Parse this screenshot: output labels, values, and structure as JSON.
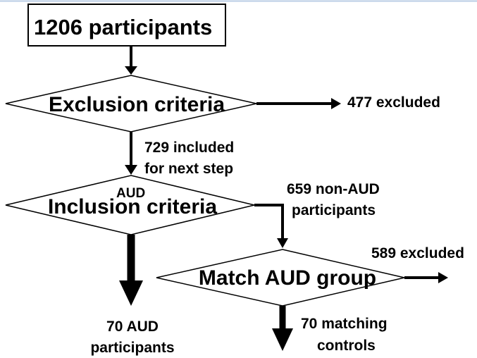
{
  "start_box": {
    "text": "1206 participants"
  },
  "decisions": {
    "exclusion": "Exclusion criteria",
    "inclusion": "Inclusion criteria",
    "inclusion_tag": "AUD",
    "match": "Match AUD group"
  },
  "outcomes": {
    "excluded_first": "477 excluded",
    "included_line1": "729 included",
    "included_line2": "for next step",
    "non_aud_line1": "659 non-AUD",
    "non_aud_line2": "participants",
    "excluded_second": "589 excluded",
    "aud_line1": "70 AUD",
    "aud_line2": "participants",
    "controls_line1": "70 matching",
    "controls_line2": "controls"
  },
  "colors": {
    "top_rule": "#b9cde5",
    "ink": "#000000"
  }
}
